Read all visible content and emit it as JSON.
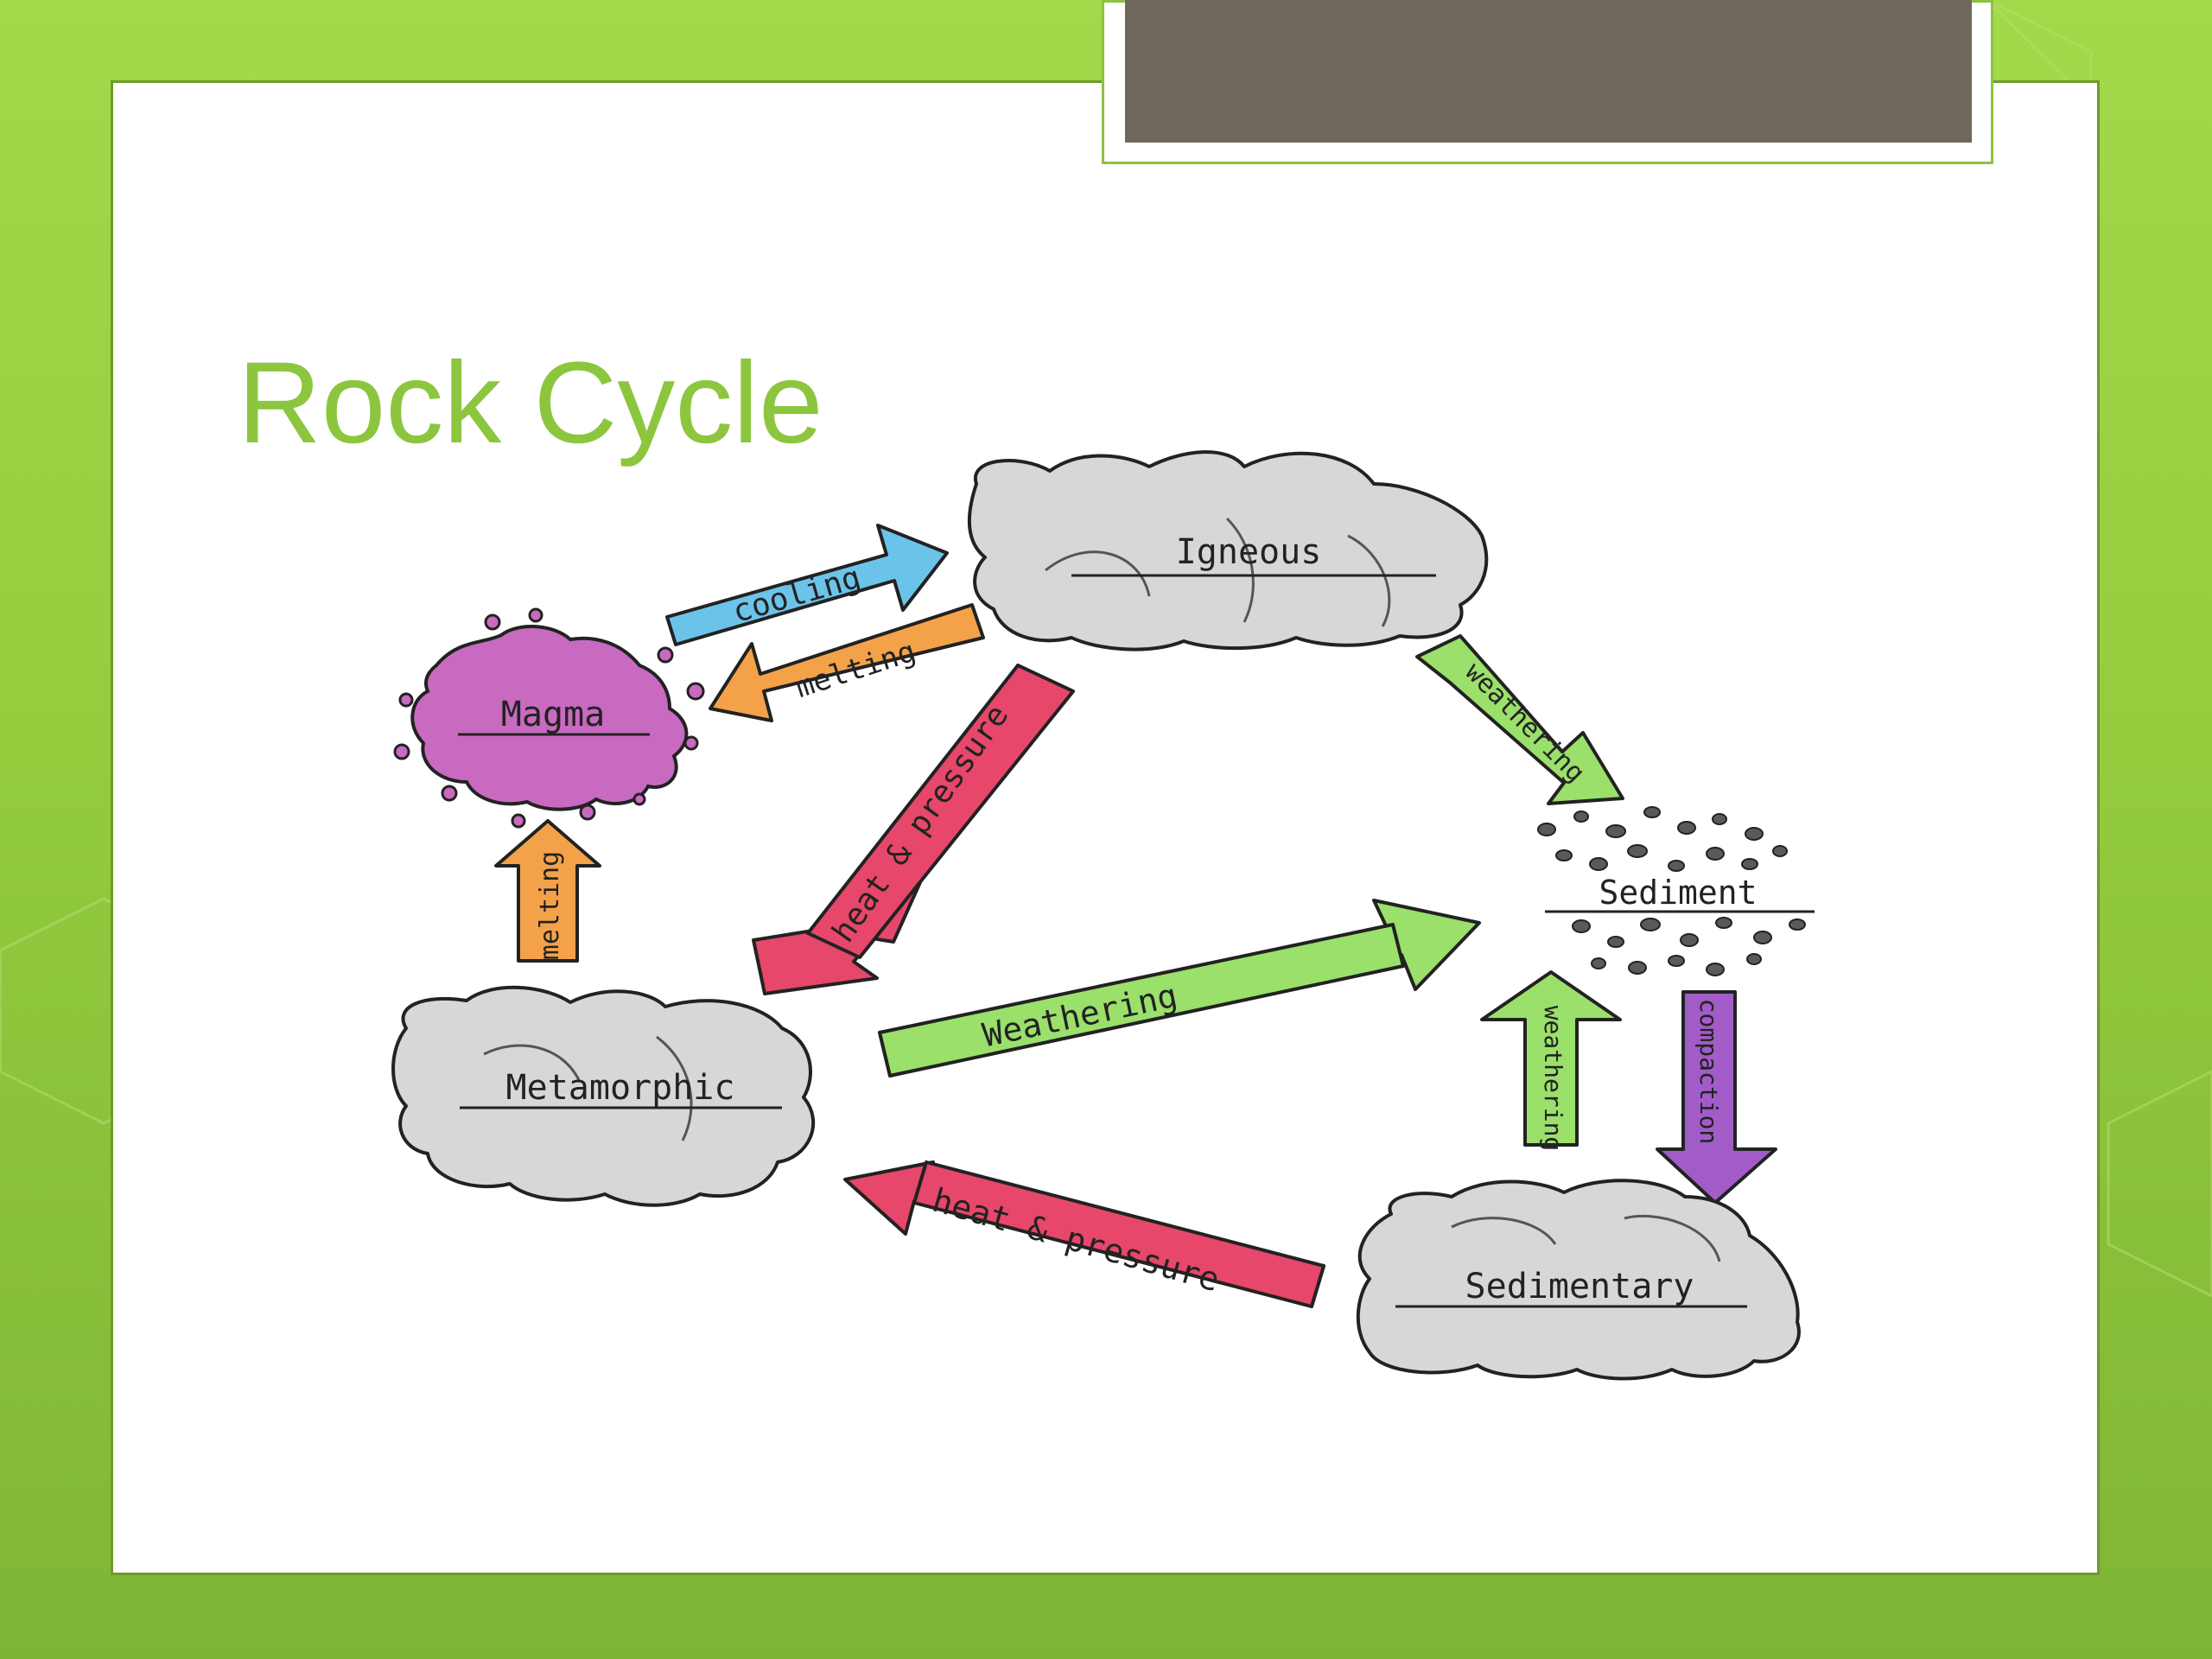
{
  "slide": {
    "title": "Rock Cycle"
  },
  "diagram": {
    "nodes": {
      "igneous": "Igneous",
      "magma": "Magma",
      "sediment": "Sediment",
      "metamorphic": "Metamorphic",
      "sedimentary": "Sedimentary"
    },
    "arrows": {
      "cooling": "cooling",
      "melting_top": "melting",
      "melting_left": "melting",
      "heat_pressure_diag": "heat & pressure",
      "weathering_igneous": "weathering",
      "weathering_meta": "Weathering",
      "weathering_sedimentary": "weathering",
      "compaction": "compaction",
      "heat_pressure_bottom": "heat & pressure"
    },
    "colors": {
      "cooling": "#6cc3ea",
      "melting": "#f4a24a",
      "heat_pressure": "#e6476a",
      "weathering": "#9ae06a",
      "compaction": "#a25cc8",
      "magma": "#c86ac0",
      "rock": "#d7d7d7"
    }
  }
}
